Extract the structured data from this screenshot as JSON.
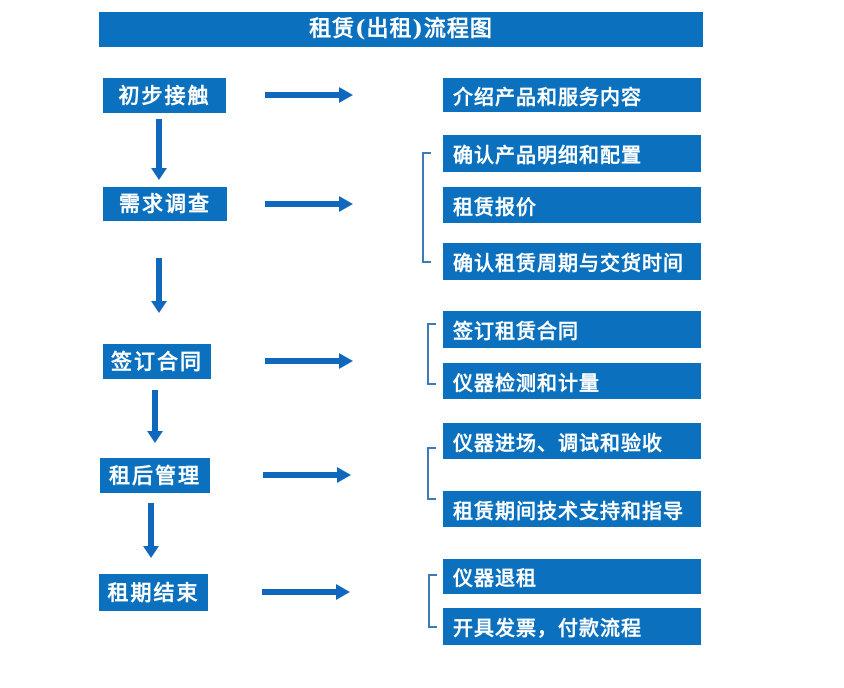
{
  "title": "租赁(出租)流程图",
  "colors": {
    "primary": "#0b70bd",
    "arrow": "#1068bd",
    "bracket": "#3d7ab8",
    "text": "#ffffff"
  },
  "steps": [
    {
      "label": "初步接触",
      "details": [
        "介绍产品和服务内容"
      ]
    },
    {
      "label": "需求调查",
      "details": [
        "确认产品明细和配置",
        "租赁报价",
        "确认租赁周期与交货时间"
      ]
    },
    {
      "label": "签订合同",
      "details": [
        "签订租赁合同",
        "仪器检测和计量"
      ]
    },
    {
      "label": "租后管理",
      "details": [
        "仪器进场、调试和验收",
        "租赁期间技术支持和指导"
      ]
    },
    {
      "label": "租期结束",
      "details": [
        "仪器退租",
        "开具发票，付款流程"
      ]
    }
  ]
}
